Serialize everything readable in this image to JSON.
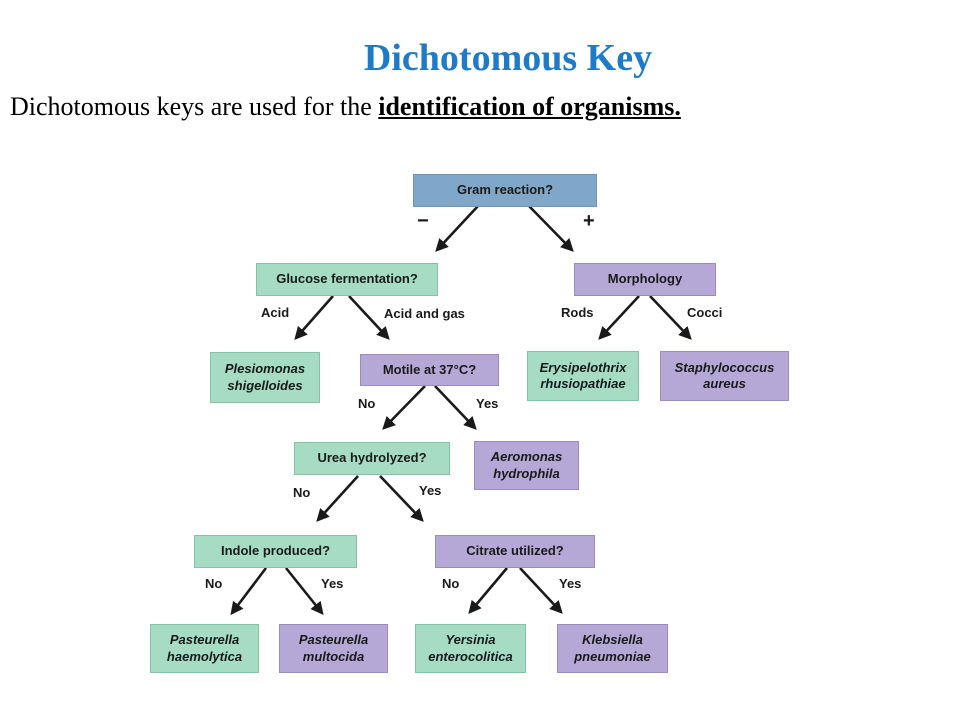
{
  "title": "Dichotomous Key",
  "intro": {
    "prefix": "Dichotomous keys are used for the ",
    "emphasis": "identification of organisms."
  },
  "key": {
    "root": "Gram reaction?",
    "minus": "−",
    "plus": "+",
    "glucose": "Glucose fermentation?",
    "morphology": "Morphology",
    "acid": "Acid",
    "acid_gas": "Acid and gas",
    "rods": "Rods",
    "cocci": "Cocci",
    "plesiomonas": [
      "Plesiomonas",
      "shigelloides"
    ],
    "motile": "Motile at 37°C?",
    "erysipelothrix": [
      "Erysipelothrix",
      "rhusiopathiae"
    ],
    "staphylococcus": [
      "Staphylococcus",
      "aureus"
    ],
    "motile_no": "No",
    "motile_yes": "Yes",
    "urea": "Urea hydrolyzed?",
    "aeromonas": [
      "Aeromonas",
      "hydrophila"
    ],
    "urea_no": "No",
    "urea_yes": "Yes",
    "indole": "Indole produced?",
    "citrate": "Citrate utilized?",
    "indole_no": "No",
    "indole_yes": "Yes",
    "citrate_no": "No",
    "citrate_yes": "Yes",
    "p_haemolytica": [
      "Pasteurella",
      "haemolytica"
    ],
    "p_multocida": [
      "Pasteurella",
      "multocida"
    ],
    "yersinia": [
      "Yersinia",
      "enterocolitica"
    ],
    "klebsiella": [
      "Klebsiella",
      "pneumoniae"
    ]
  },
  "colors": {
    "title": "#1f7ac8",
    "root": "#7fa7c9",
    "green": "#a5dcc3",
    "purple": "#b5a8d6",
    "arrow": "#1a1a1a"
  }
}
